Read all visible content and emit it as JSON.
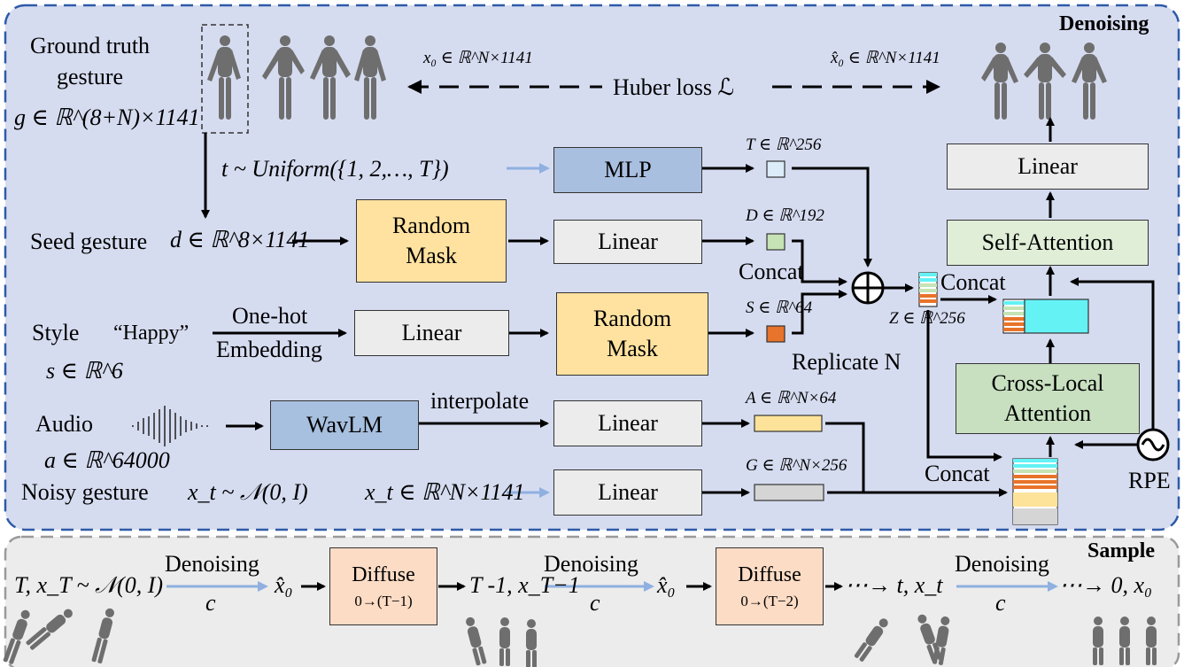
{
  "panels": {
    "denoising_title": "Denoising",
    "sample_title": "Sample"
  },
  "inputs": {
    "ground_truth": "Ground truth\ngesture",
    "g_def": "g ∈ ℝ^(8+N)×1141",
    "t_def": "t ~ Uniform({1, 2,…, T})",
    "seed": "Seed gesture",
    "d_def": "d ∈ ℝ^8×1141",
    "style": "Style",
    "style_value": "“Happy”",
    "s_def": "s ∈ ℝ^6",
    "audio": "Audio",
    "a_def": "a ∈ ℝ^64000",
    "noisy": "Noisy gesture",
    "xt_def": "x_t ~ 𝒩(0, I)",
    "xt_dim": "x_t ∈ ℝ^N×1141"
  },
  "loss": {
    "x0": "x₀ ∈ ℝ^N×1141",
    "x0_hat": "x̂₀ ∈ ℝ^N×1141",
    "label": "Huber loss ℒ"
  },
  "blocks": {
    "mlp": "MLP",
    "random_mask": "Random\nMask",
    "linear": "Linear",
    "wavlm": "WavLM",
    "self_attention": "Self-Attention",
    "cross_local": "Cross-Local\nAttention",
    "output_linear": "Linear"
  },
  "edges": {
    "one_hot": "One-hot",
    "embedding": "Embedding",
    "interpolate": "interpolate",
    "concat": "Concat",
    "replicate": "Replicate N",
    "rpe": "RPE"
  },
  "features": {
    "T": "T ∈ ℝ^256",
    "D": "D ∈ ℝ^192",
    "S": "S ∈ ℝ^64",
    "Z": "Z ∈ ℝ^256",
    "A": "A ∈ ℝ^N×64",
    "G": "G ∈ ℝ^N×256"
  },
  "sample": {
    "start": "T, x_T ~ 𝒩(0, I)",
    "denoising": "Denoising",
    "c": "c",
    "x0_hat": "x̂₀",
    "diffuse": "Diffuse",
    "diffuse1_sub": "0→(T−1)",
    "diffuse2_sub": "0→(T−2)",
    "step_t1": "T -1, x_T−1",
    "step_t": "⋯→ t, x_t",
    "end": "⋯→ 0, x₀"
  },
  "colors": {
    "denoise_bg": "#d6dcf0",
    "denoise_border": "#2e5aa8",
    "sample_bg": "#ececec",
    "sample_border": "#9a9a9a",
    "arrow_blue": "#8fb0e0",
    "T_square": "#dcecf8",
    "D_square": "#c6e3b5",
    "S_square": "#e8732a",
    "A_bar": "#fde39a",
    "G_bar": "#d5d5d5",
    "cyan": "#64f2f5"
  }
}
